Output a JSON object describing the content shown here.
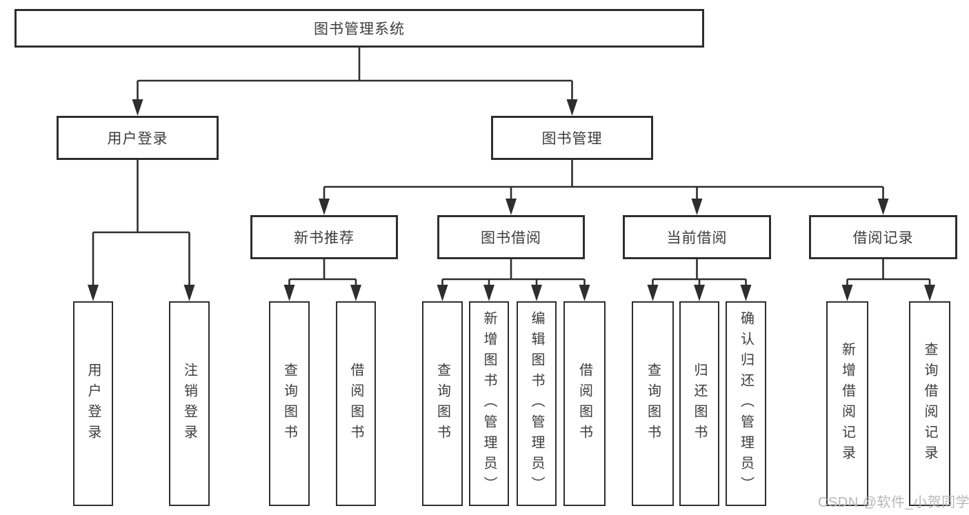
{
  "watermark": "CSDN @软件_小贺同学",
  "style": {
    "line_color": "#2e2e2e",
    "text_color": "#3c3c3c",
    "watermark_color": "#b7b7b7",
    "background": "#ffffff"
  },
  "tree": {
    "label": "图书管理系统",
    "children": [
      {
        "label": "用户登录",
        "children": [
          {
            "label": "用户登录"
          },
          {
            "label": "注销登录"
          }
        ]
      },
      {
        "label": "图书管理",
        "children": [
          {
            "label": "新书推荐",
            "children": [
              {
                "label": "查询图书"
              },
              {
                "label": "借阅图书"
              }
            ]
          },
          {
            "label": "图书借阅",
            "children": [
              {
                "label": "查询图书"
              },
              {
                "label": "新增图书（管理员）"
              },
              {
                "label": "编辑图书（管理员）"
              },
              {
                "label": "借阅图书"
              }
            ]
          },
          {
            "label": "当前借阅",
            "children": [
              {
                "label": "查询图书"
              },
              {
                "label": "归还图书"
              },
              {
                "label": "确认归还（管理员）"
              }
            ]
          },
          {
            "label": "借阅记录",
            "children": [
              {
                "label": "新增借阅记录"
              },
              {
                "label": "查询借阅记录"
              }
            ]
          }
        ]
      }
    ]
  }
}
